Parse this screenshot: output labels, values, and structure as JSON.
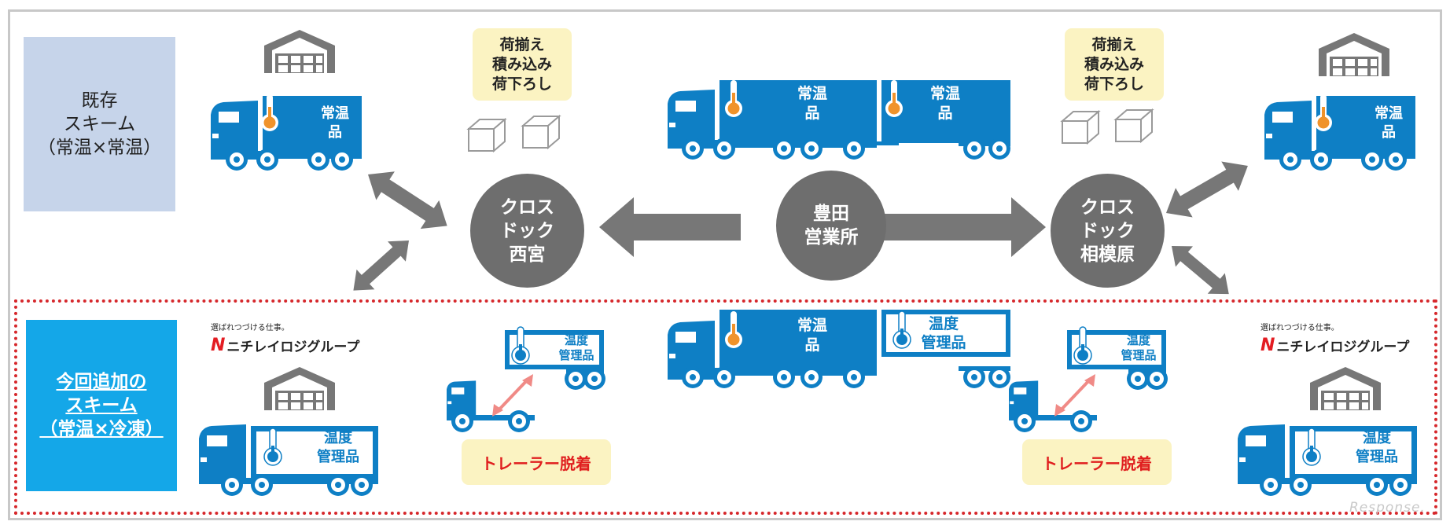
{
  "schemes": {
    "existing": [
      "既存",
      "スキーム",
      "（常温×常温）"
    ],
    "added": [
      "今回追加の",
      "スキーム",
      "（常温×冷凍）"
    ]
  },
  "cargo_ops": [
    "荷揃え",
    "積み込み",
    "荷下ろし"
  ],
  "hubs": {
    "nishinomiya": [
      "クロス",
      "ドック",
      "西宮"
    ],
    "toyota": [
      "豊田",
      "営業所"
    ],
    "sagamihara": [
      "クロス",
      "ドック",
      "相模原"
    ]
  },
  "cargo_labels": {
    "ambient": [
      "常温",
      "品"
    ],
    "temp_controlled": [
      "温度",
      "管理品"
    ]
  },
  "trailer_swap": "トレーラー脱着",
  "logo": {
    "tagline": "選ばれつづける仕事。",
    "brand_mark": "N",
    "brand_name": "ニチレイロジグループ"
  },
  "watermark": "Response.",
  "colors": {
    "truck": "#0e7fc5",
    "hub": "#6e6e6e",
    "arrow": "#777777",
    "note_bg": "#fbf3c2",
    "trailer_text": "#e01f1f",
    "dotted_border": "#d6272b"
  }
}
